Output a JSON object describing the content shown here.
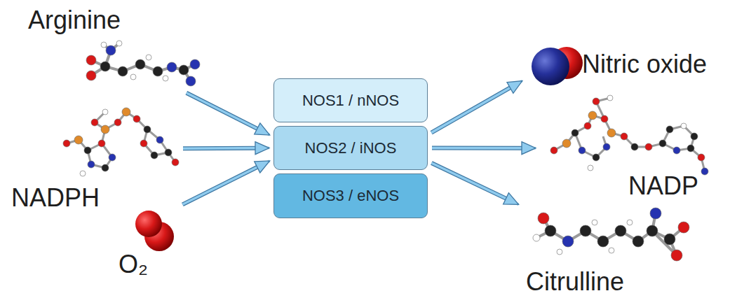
{
  "diagram": {
    "nodes": [
      {
        "text": [
          "Arginine"
        ]
      },
      {
        "text": [
          "NADPH"
        ]
      },
      {
        "text": [
          "O₂"
        ]
      },
      {
        "text": [
          "NOS1 / nNOS"
        ]
      },
      {
        "text": [
          "NOS2 / iNOS"
        ]
      },
      {
        "text": [
          "NOS3 / eNOS"
        ]
      },
      {
        "text": [
          "Nitric oxide"
        ]
      },
      {
        "text": [
          "NADP"
        ]
      },
      {
        "text": [
          "Citrulline"
        ]
      }
    ],
    "edges": [
      {
        "from": 0,
        "to": 4,
        "arrow": "to"
      },
      {
        "from": 1,
        "to": 4,
        "arrow": "to"
      },
      {
        "from": 2,
        "to": 4,
        "arrow": "to"
      },
      {
        "from": 4,
        "to": 6,
        "arrow": "to"
      },
      {
        "from": 4,
        "to": 7,
        "arrow": "to"
      },
      {
        "from": 4,
        "to": 8,
        "arrow": "to"
      }
    ]
  }
}
